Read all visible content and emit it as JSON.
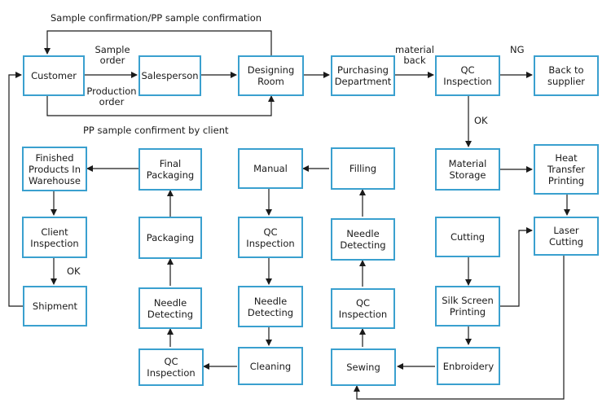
{
  "colors": {
    "box_border": "#3aa0cf",
    "line": "#1a1a1a",
    "background": "#ffffff"
  },
  "nodes": {
    "customer": "Customer",
    "salesperson": "Salesperson",
    "designing_room": "Designing\nRoom",
    "purchasing": "Purchasing\nDepartment",
    "qc_top": "QC\nInspection",
    "back_supplier": "Back to\nsupplier",
    "finished": "Finished\nProducts In\nWarehouse",
    "final_packaging": "Final\nPackaging",
    "manual": "Manual",
    "filling": "Filling",
    "material_storage": "Material\nStorage",
    "heat_transfer": "Heat\nTransfer\nPrinting",
    "client_inspection": "Client\nInspection",
    "packaging": "Packaging",
    "qc_mid": "QC\nInspection",
    "needle_detect_a": "Needle\nDetecting",
    "cutting": "Cutting",
    "laser_cutting": "Laser\nCutting",
    "shipment": "Shipment",
    "needle_detect_b": "Needle\nDetecting",
    "needle_detect_c": "Needle\nDetecting",
    "qc_sew": "QC\nInspection",
    "silk_screen": "Silk Screen\nPrinting",
    "qc_bottom": "QC\nInspection",
    "cleaning": "Cleaning",
    "sewing": "Sewing",
    "embroidery": "Enbroidery"
  },
  "labels": {
    "sample_confirmation": "Sample confirmation/PP sample confirmation",
    "sample_order": "Sample\norder",
    "production_order": "Production\norder",
    "material_back": "material\nback",
    "ng": "NG",
    "ok_top": "OK",
    "pp_confirm": "PP sample confirment by client",
    "ok_bottom": "OK"
  }
}
